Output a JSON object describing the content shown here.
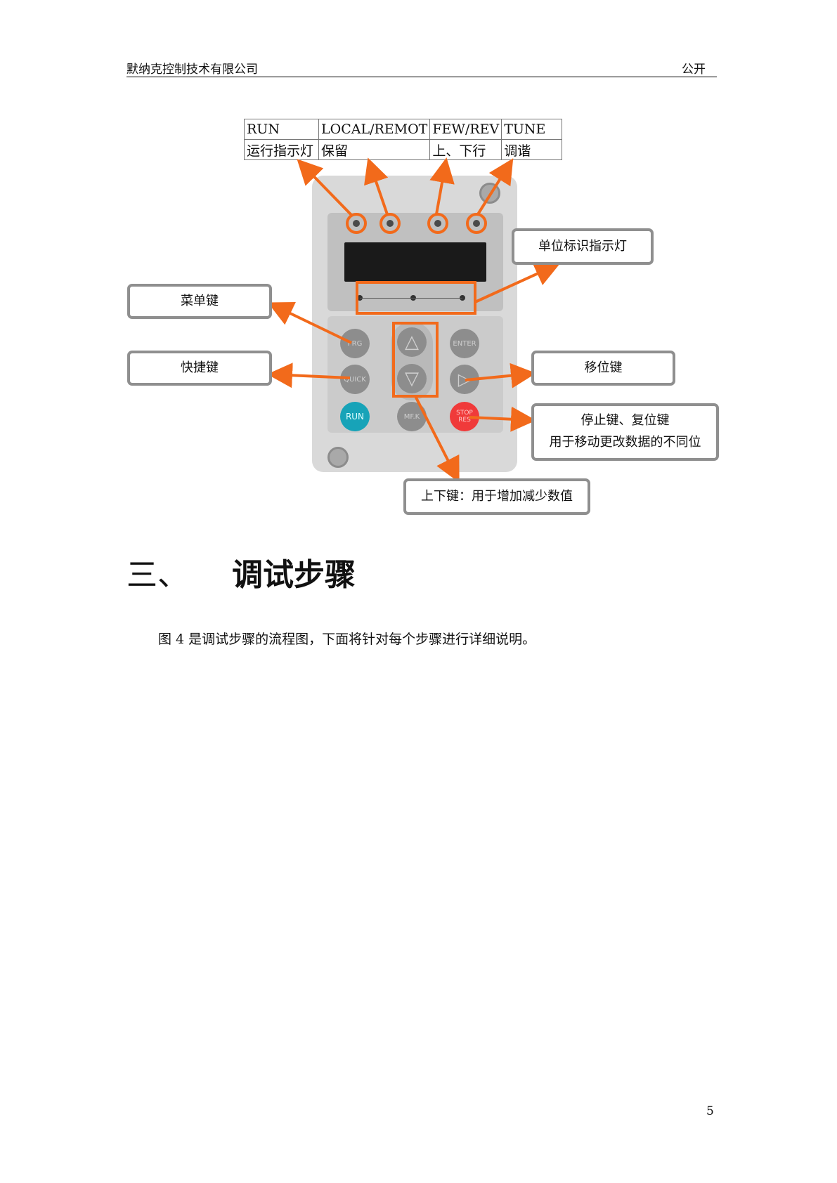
{
  "header": {
    "company": "默纳克控制技术有限公司",
    "classification": "公开"
  },
  "indicator_table": {
    "columns": [
      {
        "code": "RUN",
        "meaning": "运行指示灯"
      },
      {
        "code": "LOCAL/REMOT",
        "meaning": "保留"
      },
      {
        "code": "FEW/REV",
        "meaning": "上、下行"
      },
      {
        "code": "TUNE",
        "meaning": "调谐"
      }
    ]
  },
  "callouts": {
    "unit_indicator": "单位标识指示灯",
    "menu_key": "菜单键",
    "quick_key": "快捷键",
    "shift_key": "移位键",
    "stop_reset_line1": "停止键、复位键",
    "stop_reset_line2": "用于移动更改数据的不同位",
    "updown_key": "上下键：用于增加减少数值"
  },
  "keypad": {
    "buttons": {
      "prg": "PRG",
      "enter": "ENTER",
      "quick": "QUICK",
      "run": "RUN",
      "mf": "MF.K",
      "stop": "STOP RES"
    }
  },
  "colors": {
    "accent": "#f26a1b",
    "callout_border": "#8f8f8f",
    "device_body": "#d9d9d9",
    "display": "#1a1a1a",
    "run_button": "#17a3b8",
    "stop_button": "#f03a3a"
  },
  "section": {
    "number": "三、",
    "title": "调试步骤"
  },
  "paragraph": "图 4  是调试步骤的流程图，下面将针对每个步骤进行详细说明。",
  "page_number": "5"
}
